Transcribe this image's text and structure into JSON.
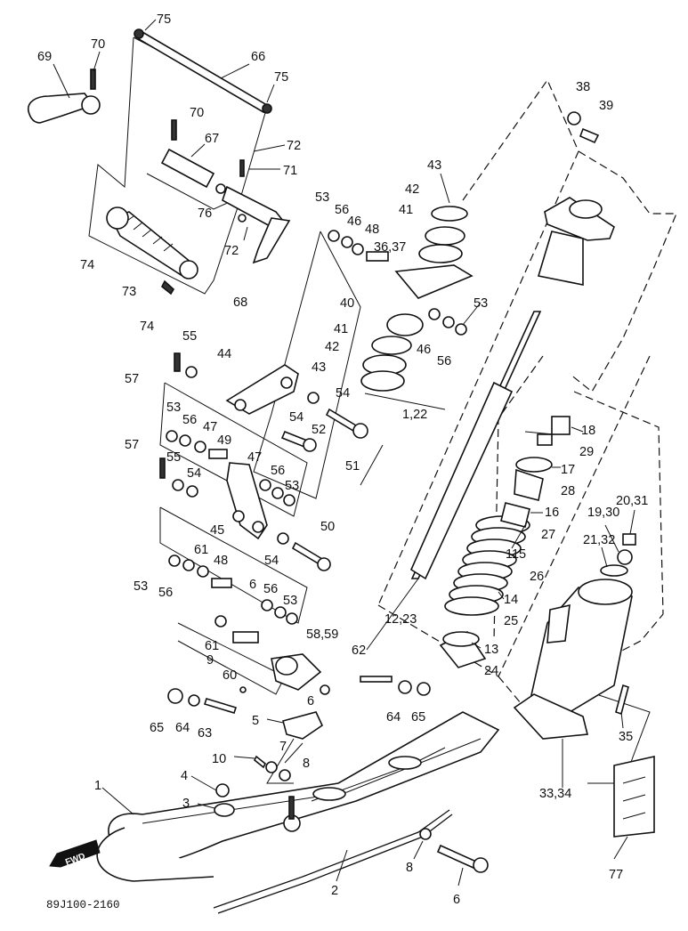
{
  "diagram": {
    "drawing_code": "89J100-2160",
    "direction_marker": "FWD",
    "callouts": [
      "75",
      "66",
      "75",
      "70",
      "69",
      "70",
      "67",
      "72",
      "71",
      "76",
      "72",
      "74",
      "73",
      "74",
      "68",
      "38",
      "39",
      "43",
      "53",
      "56",
      "46",
      "48",
      "42",
      "41",
      "36,37",
      "53",
      "40",
      "41",
      "46",
      "56",
      "42",
      "43",
      "1,22",
      "44",
      "55",
      "57",
      "54",
      "53",
      "56",
      "47",
      "49",
      "54",
      "52",
      "51",
      "18",
      "29",
      "17",
      "28",
      "16",
      "27",
      "115",
      "26",
      "14",
      "25",
      "13",
      "24",
      "12,23",
      "57",
      "55",
      "54",
      "47",
      "56",
      "53",
      "45",
      "50",
      "54",
      "20,31",
      "19,30",
      "21,32",
      "53",
      "61",
      "48",
      "56",
      "6",
      "56",
      "53",
      "61",
      "9",
      "58,59",
      "62",
      "60",
      "65",
      "64",
      "63",
      "6",
      "5",
      "64",
      "65",
      "7",
      "35",
      "33,34",
      "10",
      "8",
      "4",
      "3",
      "1",
      "8",
      "2",
      "6",
      "77"
    ]
  }
}
